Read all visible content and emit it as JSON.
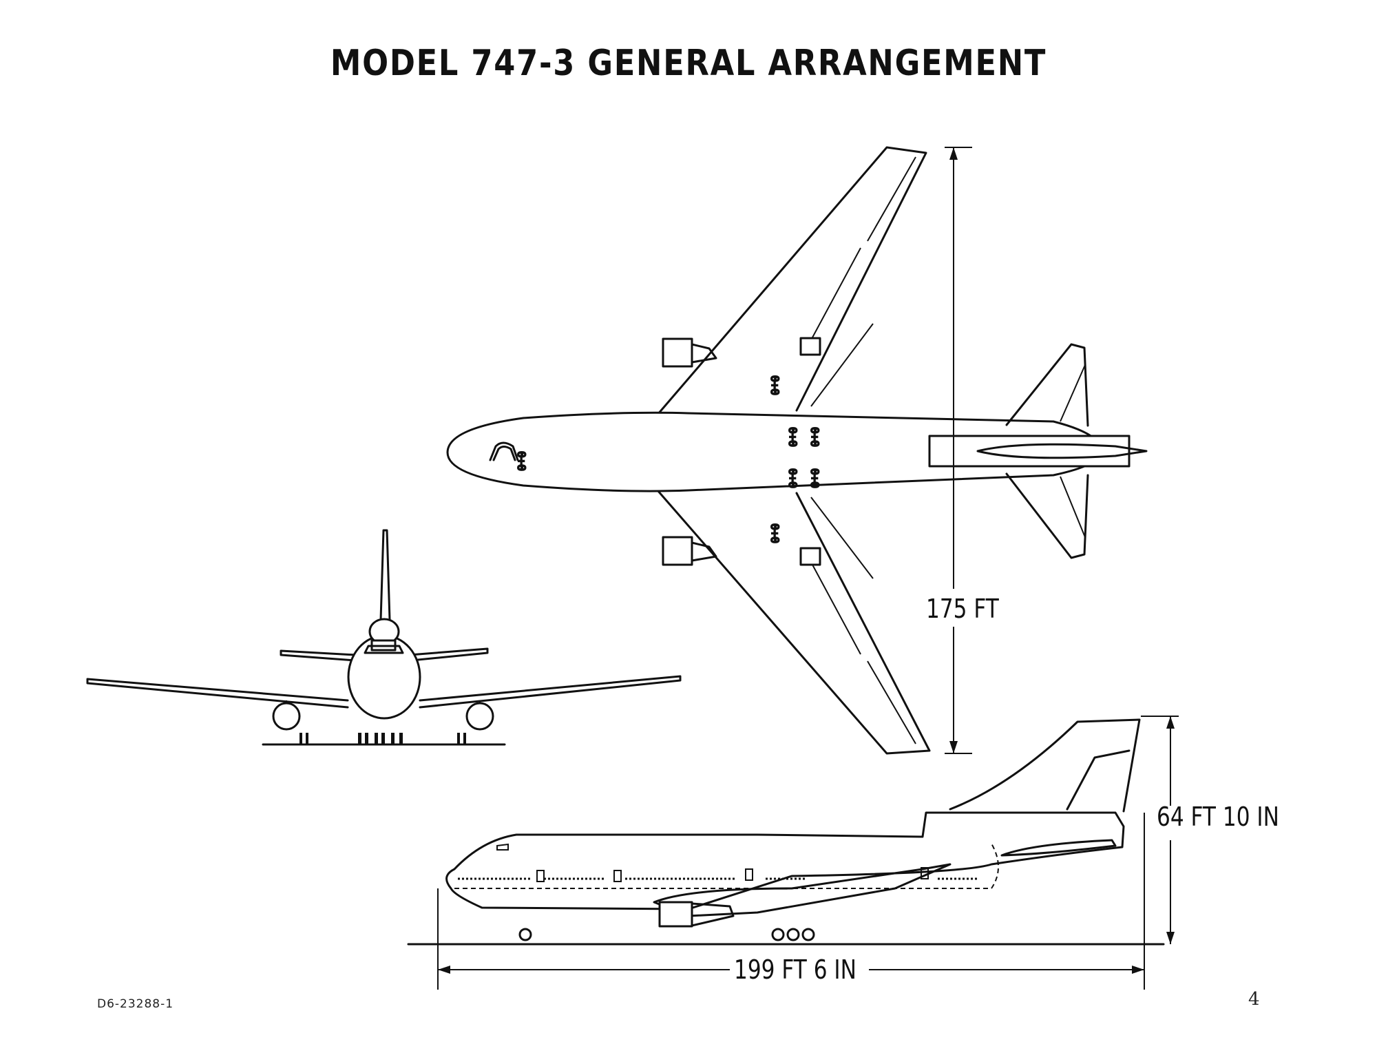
{
  "title": "MODEL 747-3 GENERAL ARRANGEMENT",
  "dimensions": {
    "span": "175 FT",
    "height": "64 FT 10 IN",
    "length": "199 FT 6 IN"
  },
  "document_number": "D6-23288-1",
  "page_number": "4"
}
